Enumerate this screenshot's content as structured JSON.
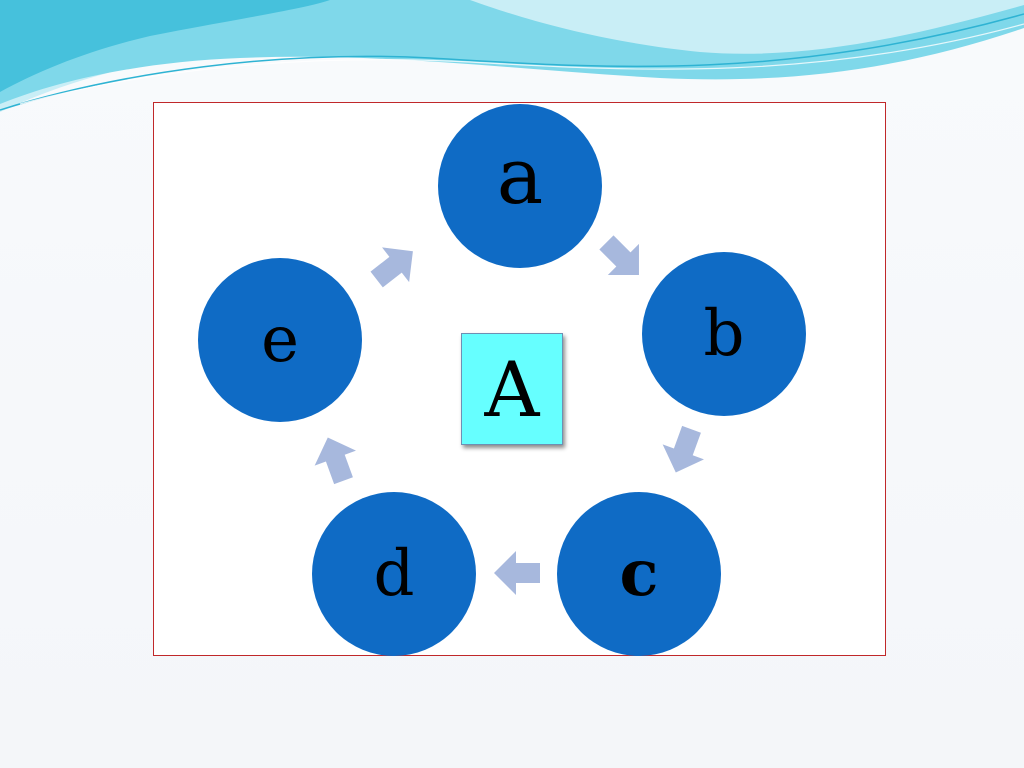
{
  "diagram": {
    "center_label": "A",
    "nodes": [
      {
        "id": "a",
        "label": "a"
      },
      {
        "id": "b",
        "label": "b"
      },
      {
        "id": "c",
        "label": "c"
      },
      {
        "id": "d",
        "label": "d"
      },
      {
        "id": "e",
        "label": "e"
      }
    ],
    "edges": [
      {
        "from": "a",
        "to": "b"
      },
      {
        "from": "b",
        "to": "c"
      },
      {
        "from": "c",
        "to": "d"
      },
      {
        "from": "d",
        "to": "e"
      },
      {
        "from": "e",
        "to": "a"
      }
    ]
  },
  "colors": {
    "node_fill": "#0f6bc5",
    "arrow_fill": "#a7b8dd",
    "center_fill": "#66ffff",
    "frame_border": "#c0282a",
    "wave_light": "#bfe9f3",
    "wave_mid": "#6cd3e6",
    "wave_dark": "#2bb8d6"
  }
}
